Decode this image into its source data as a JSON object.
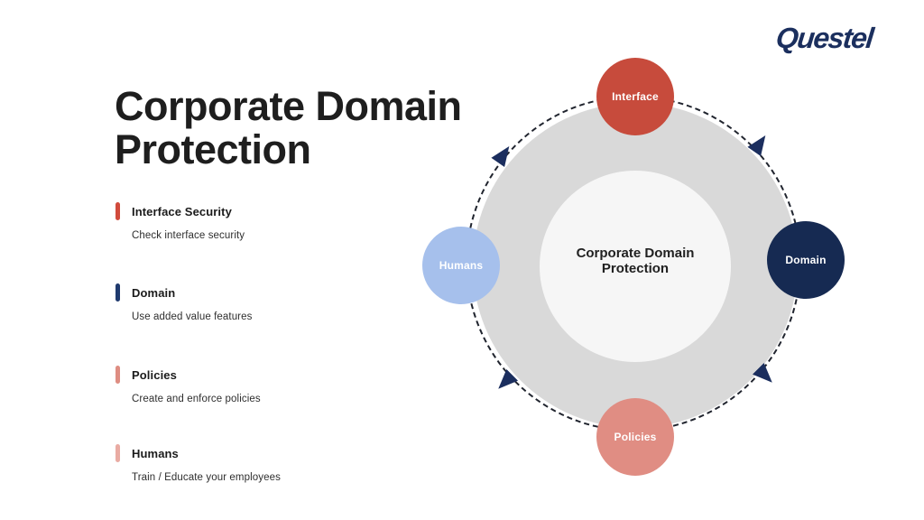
{
  "logo": {
    "text": "Questel",
    "color": "#1b2f5e"
  },
  "title": {
    "line1": "Corporate Domain",
    "line2": "Protection"
  },
  "legend": {
    "items": [
      {
        "label": "Interface Security",
        "description": "Check interface security",
        "color": "#d14b3c"
      },
      {
        "label": "Domain",
        "description": "Use added value features",
        "color": "#1f3a6e"
      },
      {
        "label": "Policies",
        "description": "Create and enforce policies",
        "color": "#de8d82"
      },
      {
        "label": "Humans",
        "description": "Train / Educate your employees",
        "color": "#e9aba3"
      }
    ]
  },
  "diagram": {
    "center_label": {
      "line1": "Corporate Domain",
      "line2": "Protection"
    },
    "ring_color": "#d9d9d9",
    "inner_color": "#f6f6f6",
    "dash_color": "#20242e",
    "arrow_color": "#1b2e5e",
    "nodes": [
      {
        "label": "Interface",
        "color": "#c74b3c",
        "position": "top"
      },
      {
        "label": "Domain",
        "color": "#162a52",
        "position": "right"
      },
      {
        "label": "Humans",
        "color": "#a6c0ec",
        "position": "left"
      },
      {
        "label": "Policies",
        "color": "#e08d83",
        "position": "bottom"
      }
    ]
  }
}
